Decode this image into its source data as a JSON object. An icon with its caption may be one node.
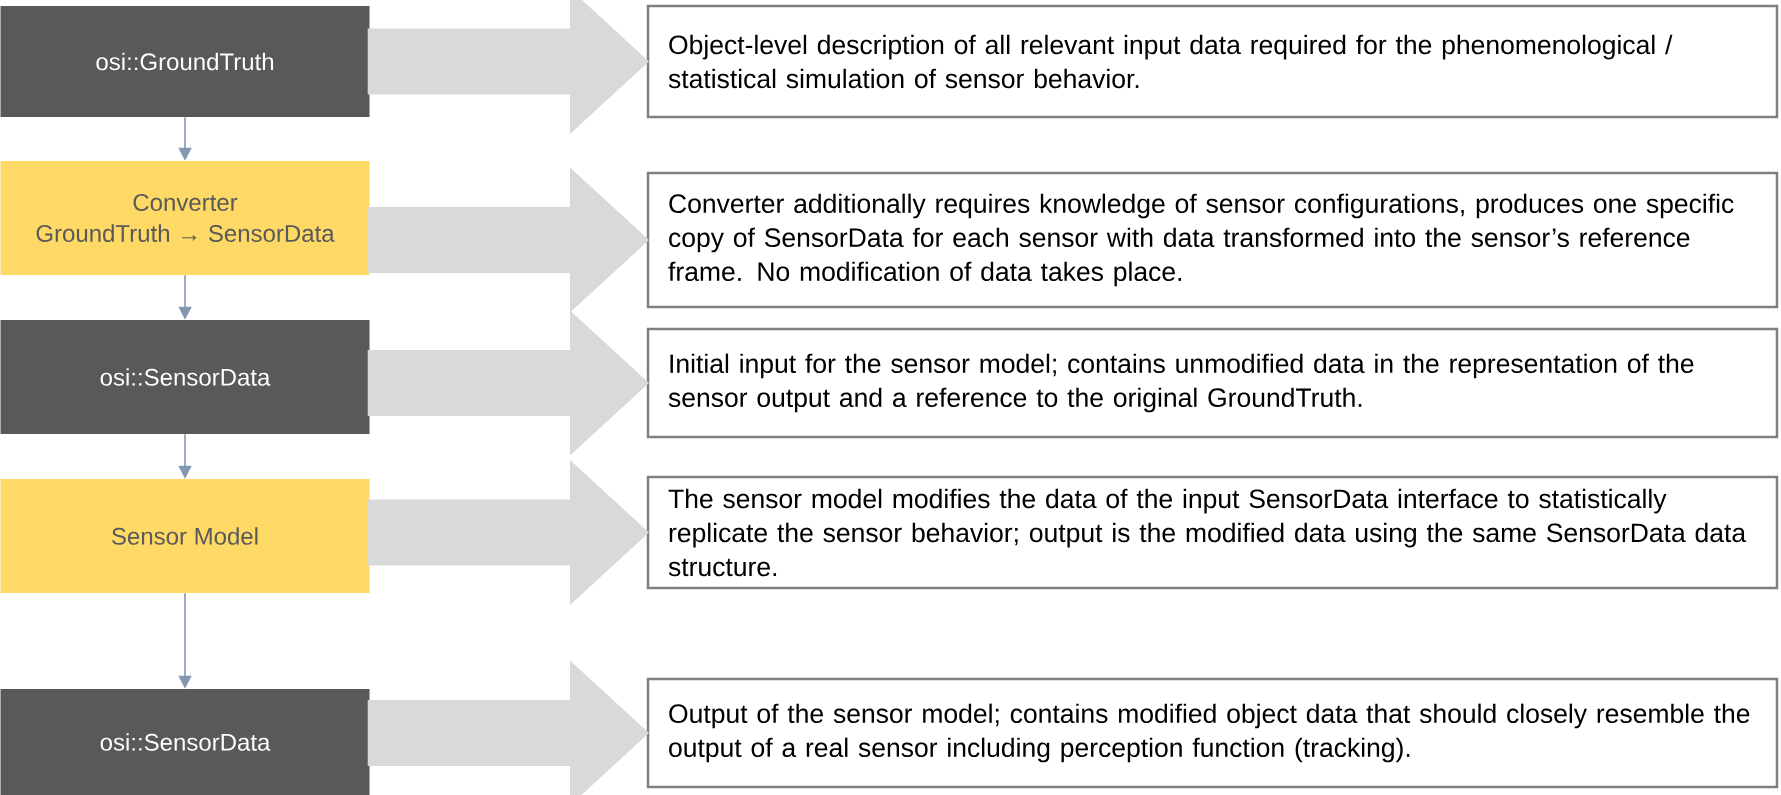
{
  "diagram": {
    "nodes": [
      {
        "text": [
          "osi::GroundTruth"
        ]
      },
      {
        "text": [
          "Converter",
          "GroundTruth → SensorData"
        ]
      },
      {
        "text": [
          "osi::SensorData"
        ]
      },
      {
        "text": [
          "Sensor Model"
        ]
      },
      {
        "text": [
          "osi::SensorData"
        ]
      },
      {
        "text": [
          "Object-level description of all relevant input data required for the phenomenological / statistical simulation of sensor behavior."
        ]
      },
      {
        "text": [
          "Converter additionally requires knowledge of sensor configurations, produces one specific copy of SensorData for each sensor with data transformed into the sensor’s reference frame. No modification of data takes place."
        ]
      },
      {
        "text": [
          "Initial input for the sensor model; contains unmodified data in the representation of the sensor output and a reference to the original GroundTruth."
        ]
      },
      {
        "text": [
          "The sensor model modifies the data of the input SensorData interface to statistically replicate the sensor behavior; output is the modified data using the same SensorData data structure."
        ]
      },
      {
        "text": [
          "Output of the sensor model; contains modified object data that should closely resemble the output of a real sensor including perception function (tracking)."
        ]
      }
    ],
    "edges": [
      {
        "from": 0,
        "to": 1,
        "arrow": "to"
      },
      {
        "from": 1,
        "to": 2,
        "arrow": "to"
      },
      {
        "from": 2,
        "to": 3,
        "arrow": "to"
      },
      {
        "from": 3,
        "to": 4,
        "arrow": "to"
      },
      {
        "from": 0,
        "to": 5,
        "arrow": "to",
        "style": "thick",
        "color": "#d9d9d9"
      },
      {
        "from": 1,
        "to": 6,
        "arrow": "to",
        "style": "thick",
        "color": "#d9d9d9"
      },
      {
        "from": 2,
        "to": 7,
        "arrow": "to",
        "style": "thick",
        "color": "#d9d9d9"
      },
      {
        "from": 3,
        "to": 8,
        "arrow": "to",
        "style": "thick",
        "color": "#d9d9d9"
      },
      {
        "from": 4,
        "to": 9,
        "arrow": "to",
        "style": "thick",
        "color": "#d9d9d9"
      }
    ]
  }
}
